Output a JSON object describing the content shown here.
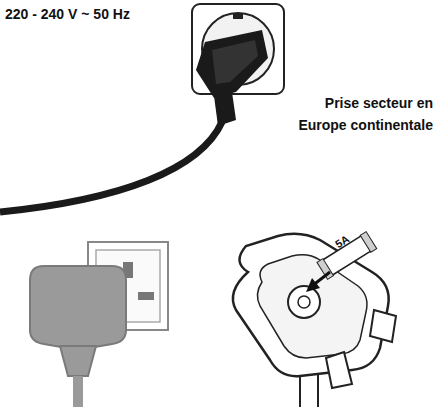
{
  "diagram": {
    "labels": [
      "220 - 240 V ~ 50 Hz",
      "Prise secteur en Europe continentale",
      "5A"
    ]
  }
}
